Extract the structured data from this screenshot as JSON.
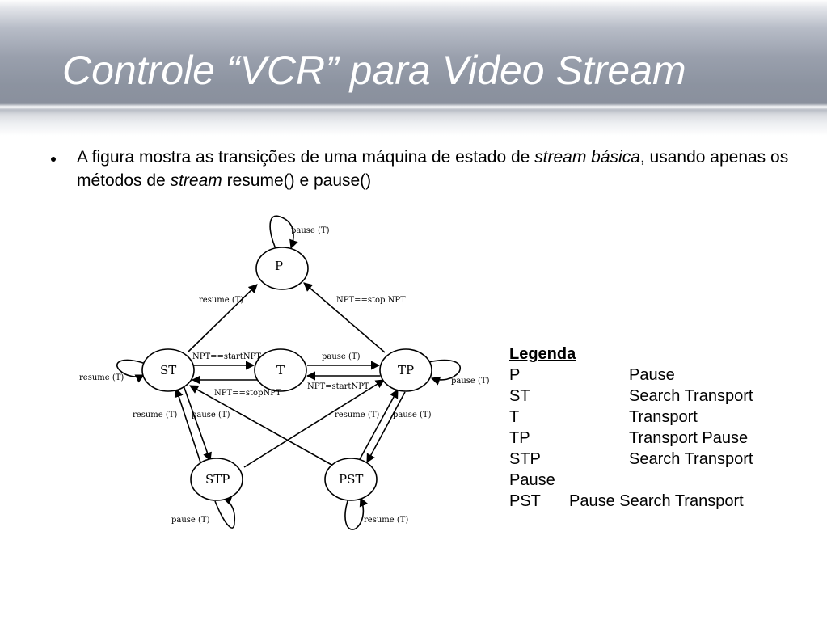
{
  "slide": {
    "title": "Controle “VCR” para Video Stream",
    "bullet": {
      "part1": "A figura mostra as transições de uma máquina de estado de ",
      "em1": "stream básica",
      "part2": ", usando apenas os métodos de ",
      "em2": "stream",
      "part3": " resume() e pause()"
    }
  },
  "diagram": {
    "states": {
      "P": "P",
      "ST": "ST",
      "T": "T",
      "TP": "TP",
      "STP": "STP",
      "PST": "PST"
    },
    "transitions": {
      "p_self": "pause (T)",
      "st_to_p": "resume (T)",
      "tp_to_p": "NPT==stop NPT",
      "st_to_t": "NPT==startNPT",
      "t_to_tp": "pause (T)",
      "tp_to_t": "NPT=startNPT",
      "st_self": "resume (T)",
      "tp_self": "pause (T)",
      "t_to_st": "NPT==stopNPT",
      "stp_to_st": "resume (T)",
      "st_to_stp": "pause (T)",
      "pst_to_tp": "resume (T)",
      "tp_to_pst": "pause (T)",
      "stp_self": "pause (T)",
      "pst_self": "resume (T)"
    }
  },
  "legend": {
    "title": "Legenda",
    "rows": [
      {
        "abbr": "P",
        "meaning": "Pause"
      },
      {
        "abbr": "ST",
        "meaning": "Search Transport"
      },
      {
        "abbr": "T",
        "meaning": "Transport"
      },
      {
        "abbr": "TP",
        "meaning": "Transport Pause"
      },
      {
        "abbr": "STP",
        "meaning": "Search Transport"
      },
      {
        "abbr": "Pause",
        "meaning": ""
      },
      {
        "abbr": "PST",
        "meaning": "Pause Search Transport"
      }
    ]
  }
}
